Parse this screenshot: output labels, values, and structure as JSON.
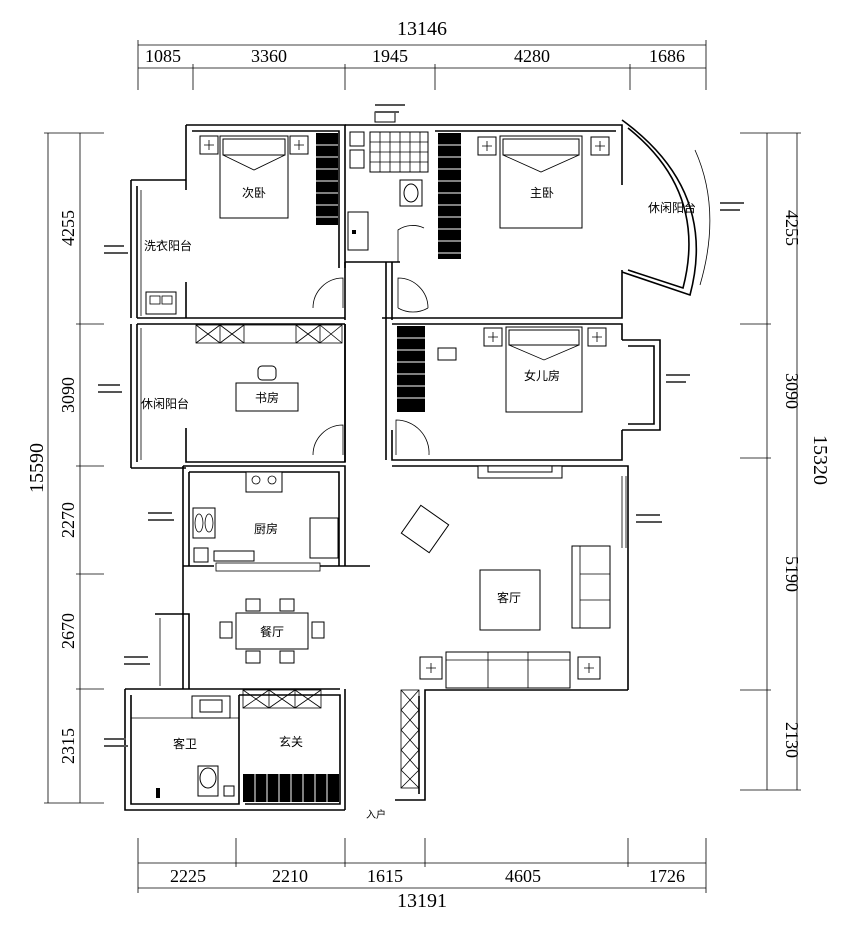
{
  "plan": {
    "top_total": "13146",
    "top_dims": [
      "1085",
      "3360",
      "1945",
      "4280",
      "1686"
    ],
    "bottom_total": "13191",
    "bottom_dims": [
      "2225",
      "2210",
      "1615",
      "4605",
      "1726"
    ],
    "left_total": "15590",
    "left_dims": [
      "4255",
      "3090",
      "2270",
      "2670",
      "2315"
    ],
    "right_total": "15320",
    "right_dims": [
      "4255",
      "3090",
      "5190",
      "2130"
    ]
  },
  "rooms": {
    "second_bedroom": "次卧",
    "master_bedroom": "主卧",
    "leisure_balcony_top": "休闲阳台",
    "laundry_balcony": "洗衣阳台",
    "leisure_balcony_left": "休闲阳台",
    "study": "书房",
    "daughter_room": "女儿房",
    "kitchen": "厨房",
    "living_room": "客厅",
    "dining_room": "餐厅",
    "guest_bath": "客卫",
    "entrance_hall": "玄关",
    "entry": "入户"
  }
}
